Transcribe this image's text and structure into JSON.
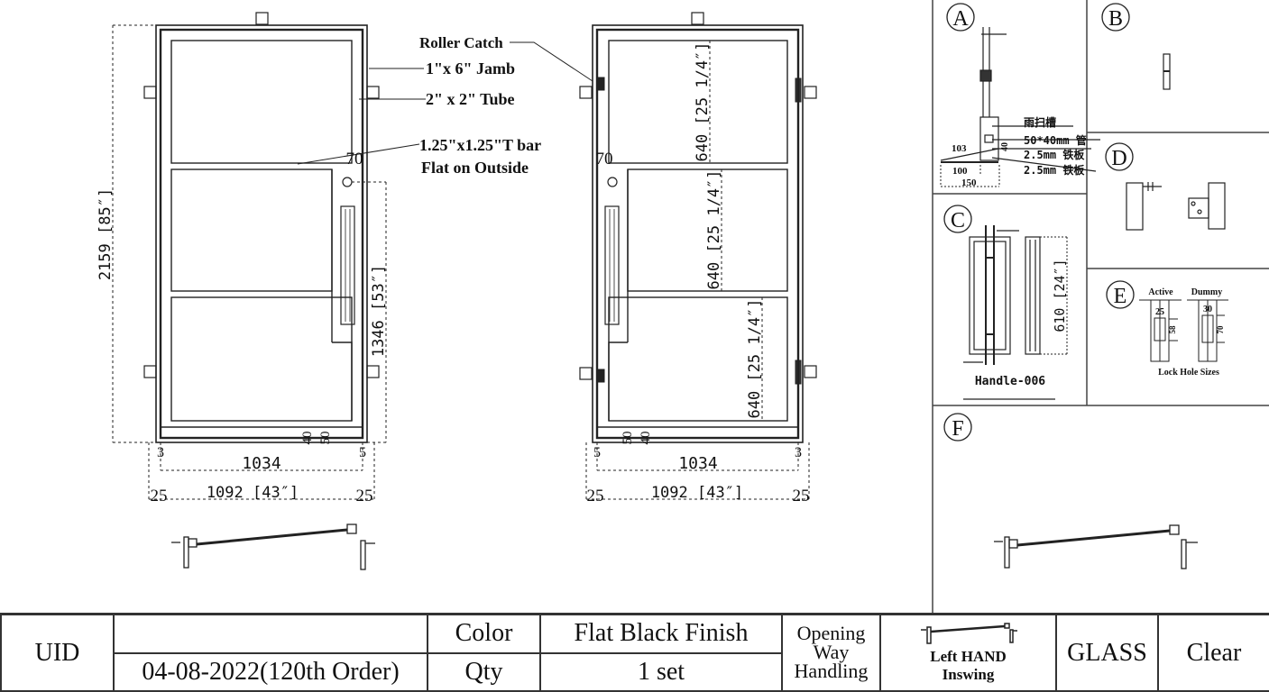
{
  "left_elevation": {
    "overall_height": "2159 [85″]",
    "handle_height": "1346 [53″]",
    "lock_offset": "70",
    "rail_a": "40",
    "rail_b": "50",
    "gap_left": "3",
    "gap_right": "5",
    "door_width": "1034",
    "frame_width": "1092 [43″]",
    "margin_left": "25",
    "margin_right": "25"
  },
  "callouts": {
    "roller_catch": "Roller Catch",
    "jamb": "1\"x 6\" Jamb",
    "tube": "2\" x 2\" Tube",
    "tbar_line1": "1.25\"x1.25\"T bar",
    "tbar_line2": "Flat on Outside"
  },
  "right_elevation": {
    "lock_offset": "70",
    "glass_heights": [
      "640 [25 1/4″]",
      "640 [25 1/4″]",
      "640 [25 1/4″]"
    ],
    "rail_a": "50",
    "rail_b": "40",
    "gap_left": "5",
    "gap_right": "3",
    "door_width": "1034",
    "frame_width": "1092 [43″]",
    "margin_left": "25",
    "margin_right": "25"
  },
  "details": {
    "a": {
      "label": "A",
      "notes": [
        "雨扫槽",
        "50*40mm 管",
        "2.5mm 铁板",
        "2.5mm 铁板"
      ],
      "dims": [
        "103",
        "100",
        "150",
        "40"
      ]
    },
    "b": {
      "label": "B"
    },
    "c": {
      "label": "C",
      "handle_length": "610 [24″]",
      "handle_name": "Handle-006"
    },
    "d": {
      "label": "D"
    },
    "e": {
      "label": "E",
      "active": "Active",
      "dummy": "Dummy",
      "active_width": "25",
      "active_height": "58",
      "dummy_width": "30",
      "dummy_height": "70",
      "caption": "Lock Hole Sizes"
    },
    "f": {
      "label": "F"
    }
  },
  "title_block": {
    "uid_label": "UID",
    "uid_value": "",
    "date_order": "04-08-2022(120th Order)",
    "color_label": "Color",
    "color_value": "Flat Black Finish",
    "qty_label": "Qty",
    "qty_value": "1 set",
    "opening_label": "Opening Way Handling",
    "opening_value_line1": "Left HAND",
    "opening_value_line2": "Inswing",
    "glass_label": "GLASS",
    "glass_value": "Clear"
  }
}
